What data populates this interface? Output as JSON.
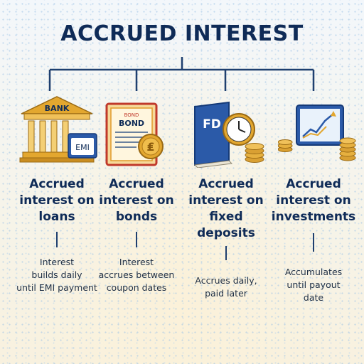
{
  "title": "ACCRUED INTEREST",
  "colors": {
    "navy": "#0f2b57",
    "gold": "#e3a72f",
    "blue": "#2b5aa8"
  },
  "items": [
    {
      "heading": [
        "Accrued",
        "interest on",
        "loans"
      ],
      "description": [
        "Interest",
        "builds daily",
        "until EMI payment"
      ],
      "icon": "bank-building-icon",
      "icon_text": {
        "bank": "BANK",
        "emi": "EMI"
      }
    },
    {
      "heading": [
        "Accrued",
        "interest on",
        "bonds"
      ],
      "description": [
        "Interest",
        "accrues between",
        "coupon dates"
      ],
      "icon": "bond-certificate-icon",
      "icon_text": {
        "bond_small": "BOND",
        "bond": "BOND",
        "coin": "₤"
      }
    },
    {
      "heading": [
        "Accrued",
        "interest on",
        "fixed",
        "deposits"
      ],
      "description": [
        "Accrues daily,",
        "paid later"
      ],
      "icon": "fd-book-clock-icon",
      "icon_text": {
        "fd": "FD"
      }
    },
    {
      "heading": [
        "Accrued",
        "interest on",
        "investments"
      ],
      "description": [
        "Accumulates",
        "until payout",
        "date"
      ],
      "icon": "investment-chart-icon",
      "icon_text": {}
    }
  ]
}
